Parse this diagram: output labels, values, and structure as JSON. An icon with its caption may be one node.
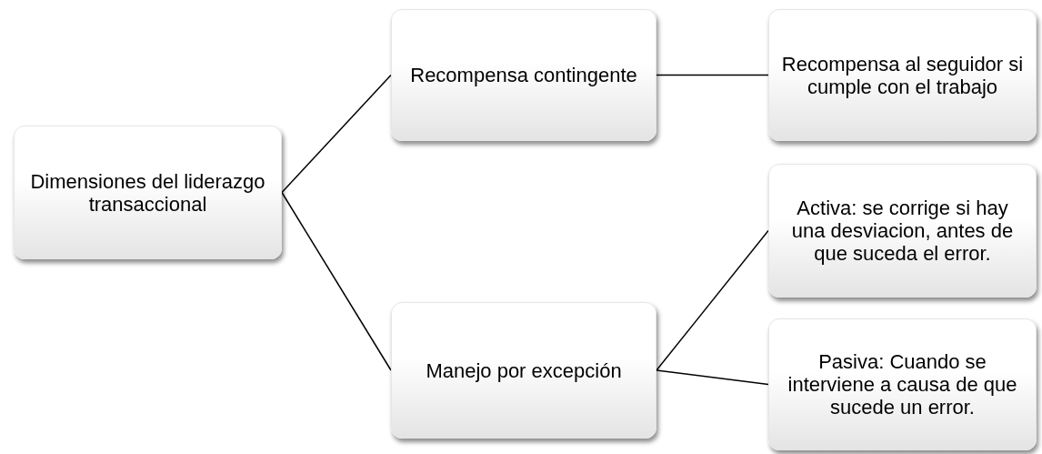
{
  "diagram": {
    "nodes": [
      {
        "text": [
          "Dimensiones del liderazgo transaccional"
        ]
      },
      {
        "text": [
          "Recompensa contingente"
        ]
      },
      {
        "text": [
          "Manejo por excepción"
        ]
      },
      {
        "text": [
          "Recompensa al seguidor si cumple con el trabajo"
        ]
      },
      {
        "text": [
          "Activa: se corrige si hay una desviacion, antes de que suceda el error."
        ]
      },
      {
        "text": [
          "Pasiva: Cuando se interviene a causa de que sucede un error."
        ]
      }
    ],
    "edges": [
      {
        "from": 0,
        "to": 1,
        "arrow": "none"
      },
      {
        "from": 0,
        "to": 2,
        "arrow": "none"
      },
      {
        "from": 1,
        "to": 3,
        "arrow": "none"
      },
      {
        "from": 2,
        "to": 4,
        "arrow": "none"
      },
      {
        "from": 2,
        "to": 5,
        "arrow": "none"
      }
    ]
  }
}
